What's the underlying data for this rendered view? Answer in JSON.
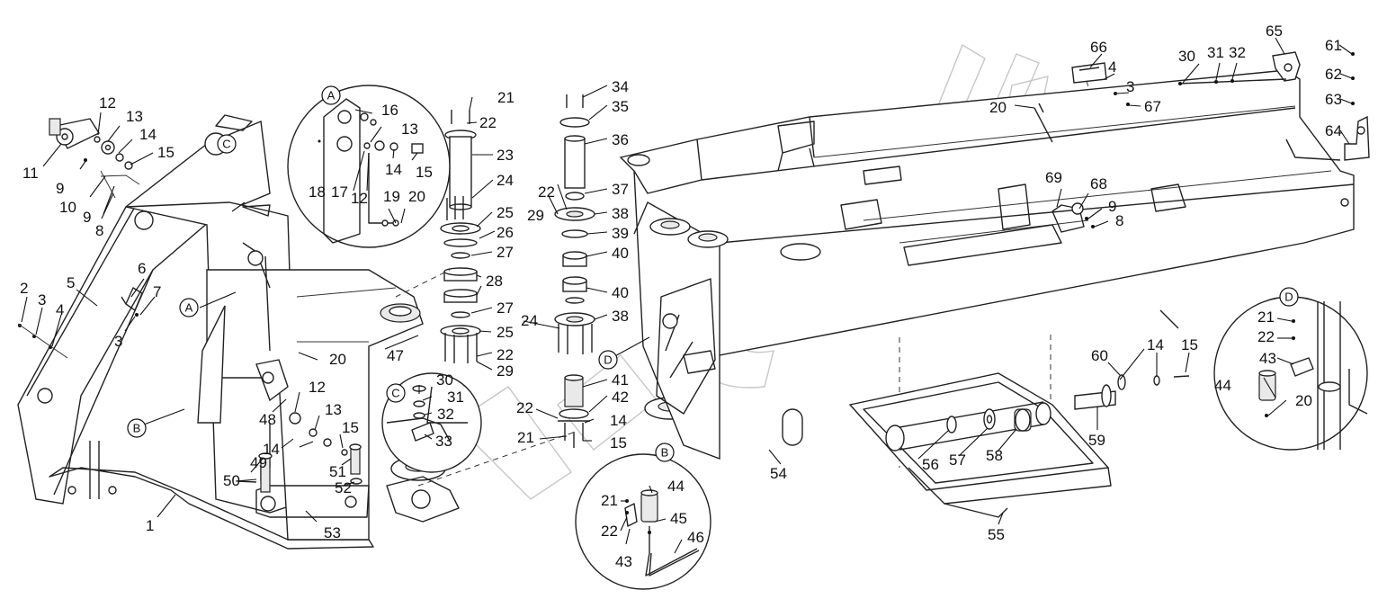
{
  "callouts": {
    "c1": "1",
    "c2": "2",
    "c3a": "3",
    "c3b": "3",
    "c3c": "3",
    "c4a": "4",
    "c4b": "4",
    "c5": "5",
    "c6": "6",
    "c7": "7",
    "c8a": "8",
    "c8b": "8",
    "c9a": "9",
    "c9b": "9",
    "c9c": "9",
    "c10": "10",
    "c11": "11",
    "c12a": "12",
    "c12b": "12",
    "c12c": "12",
    "c13a": "13",
    "c13b": "13",
    "c13c": "13",
    "c14a": "14",
    "c14b": "14",
    "c14c": "14",
    "c14d": "14",
    "c14e": "14",
    "c15a": "15",
    "c15b": "15",
    "c15c": "15",
    "c15d": "15",
    "c15e": "15",
    "c16": "16",
    "c17": "17",
    "c18": "18",
    "c19": "19",
    "c20a": "20",
    "c20b": "20",
    "c20c": "20",
    "c20d": "20",
    "c21a": "21",
    "c21b": "21",
    "c21c": "21",
    "c21d": "21",
    "c22a": "22",
    "c22b": "22",
    "c22c": "22",
    "c22d": "22",
    "c22e": "22",
    "c22f": "22",
    "c23": "23",
    "c24a": "24",
    "c24b": "24",
    "c25a": "25",
    "c25b": "25",
    "c26": "26",
    "c27a": "27",
    "c27b": "27",
    "c28": "28",
    "c29a": "29",
    "c29b": "29",
    "c30a": "30",
    "c30b": "30",
    "c31a": "31",
    "c31b": "31",
    "c32a": "32",
    "c32b": "32",
    "c33": "33",
    "c34": "34",
    "c35": "35",
    "c36": "36",
    "c37": "37",
    "c38a": "38",
    "c38b": "38",
    "c39": "39",
    "c40a": "40",
    "c40b": "40",
    "c41": "41",
    "c42": "42",
    "c43a": "43",
    "c43b": "43",
    "c44a": "44",
    "c44b": "44",
    "c45": "45",
    "c46": "46",
    "c47": "47",
    "c48": "48",
    "c49": "49",
    "c50": "50",
    "c51": "51",
    "c52": "52",
    "c53": "53",
    "c54": "54",
    "c55": "55",
    "c56": "56",
    "c57": "57",
    "c58": "58",
    "c59": "59",
    "c60": "60",
    "c61": "61",
    "c62": "62",
    "c63": "63",
    "c64": "64",
    "c65": "65",
    "c66": "66",
    "c67": "67",
    "c68": "68",
    "c69": "69"
  },
  "detail_labels": {
    "a_main": "A",
    "a_detail": "A",
    "b_main": "B",
    "b_detail": "B",
    "c_main": "C",
    "c_detail": "C",
    "d_main": "D",
    "d_detail": "D"
  },
  "icons": {
    "detail_marker": "circled-letter-icon",
    "leader_arrow": "arrow-icon"
  },
  "colors": {
    "line": "#222222",
    "background": "#ffffff",
    "watermark": "#999999"
  }
}
